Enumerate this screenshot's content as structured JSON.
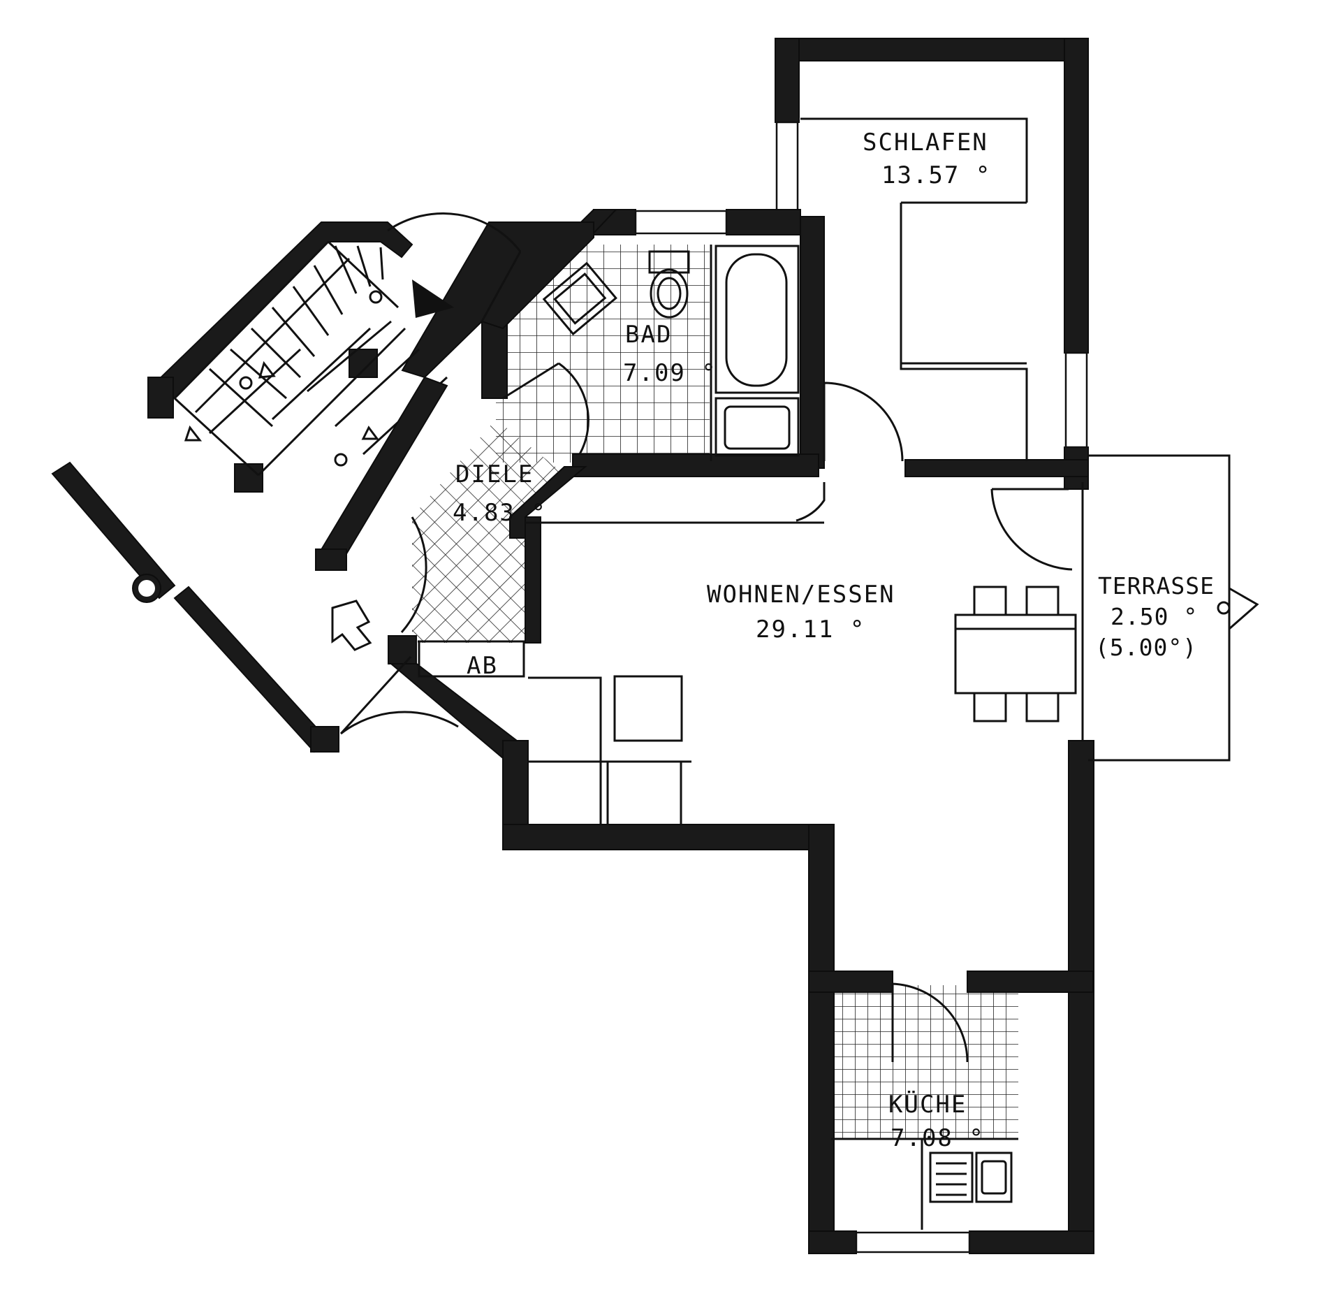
{
  "rooms": {
    "schlafen": {
      "name": "SCHLAFEN",
      "area": "13.57 °"
    },
    "bad": {
      "name": "BAD",
      "area": "7.09 °"
    },
    "diele": {
      "name": "DIELE",
      "area": "4.83 °"
    },
    "wohnen": {
      "name": "WOHNEN/ESSEN",
      "area": "29.11 °"
    },
    "terrasse": {
      "name": "TERRASSE",
      "area": "2.50 °",
      "area_full": "(5.00°)"
    },
    "kueche": {
      "name": "KÜCHE",
      "area": "7.08 °"
    },
    "ab": {
      "name": "AB"
    }
  }
}
